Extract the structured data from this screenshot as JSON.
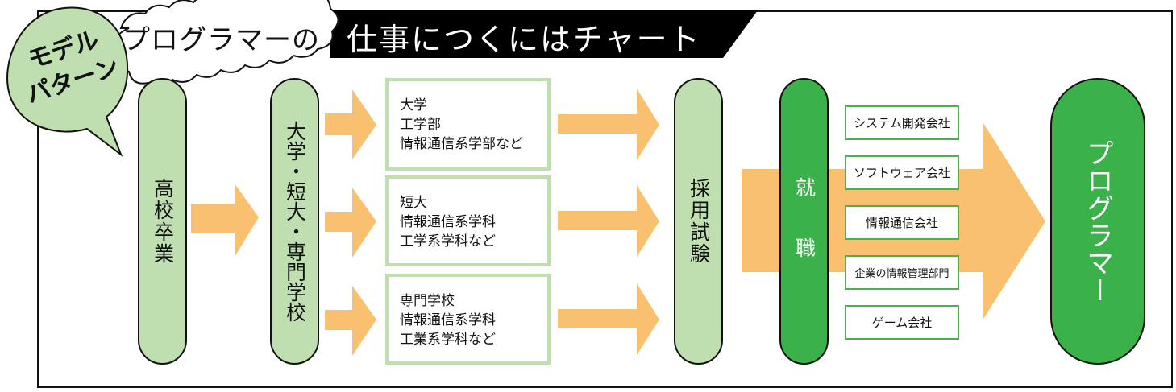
{
  "badge": {
    "line1": "モデル",
    "line2": "パターン"
  },
  "title": {
    "lead": "プログラマーの",
    "main": "仕事につくにはチャート"
  },
  "colors": {
    "light_green": "#bfdfb0",
    "dark_green": "#3bb14a",
    "arrow_orange": "#f9c06f",
    "border": "#111111",
    "company_border": "#4caf50"
  },
  "stages": {
    "high_school": "高校卒業",
    "higher_ed": "大学・短大・専門学校",
    "exam": "採用試験",
    "employment": "就職",
    "goal": "プログラマー"
  },
  "schools": [
    {
      "lines": [
        "大学",
        "工学部",
        "情報通信系学部など"
      ]
    },
    {
      "lines": [
        "短大",
        "情報通信系学科",
        "工学系学科など"
      ]
    },
    {
      "lines": [
        "専門学校",
        "情報通信系学科",
        "工業系学科など"
      ]
    }
  ],
  "companies": [
    "システム開発会社",
    "ソフトウェア会社",
    "情報通信会社",
    "企業の情報管理部門",
    "ゲーム会社"
  ]
}
